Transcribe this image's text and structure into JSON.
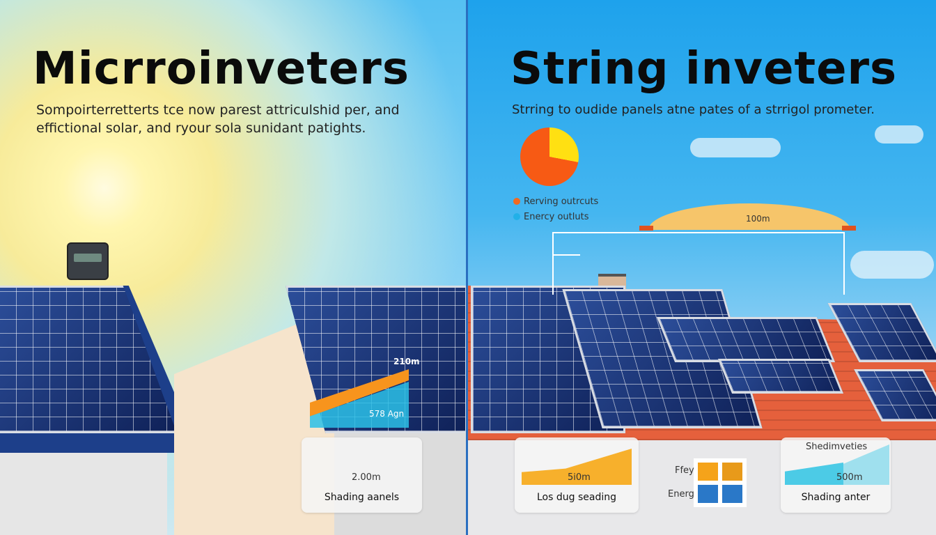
{
  "left": {
    "title": "Micrroinveters",
    "subtitle_line1": "Sompoirterretterts tce now parest attriculshid per, and",
    "subtitle_line2": "effictional solar, and ryour sola sunidant patights.",
    "overlay_top": "210m",
    "overlay_bottom": "578 Agn",
    "card": {
      "value": "2.00m",
      "label": "Shading aanels"
    }
  },
  "right": {
    "title": "String inveters",
    "subtitle": "Strring to oudide panels atne pates of a strrigol prometer.",
    "legend": [
      {
        "label": "Rerving outrcuts",
        "color": "#f26a21"
      },
      {
        "label": "Enercy outluts",
        "color": "#22b0e8"
      }
    ],
    "distance": "100m",
    "card_left": {
      "value": "5i0m",
      "label": "Los dug seading"
    },
    "window_labels": [
      "Ffey",
      "Energ"
    ],
    "card_right": {
      "title": "Shedimveties",
      "value": "500m",
      "label": "Shading anter"
    }
  },
  "colors": {
    "orange": "#f7941d",
    "cyan": "#2cc0e6",
    "divider": "#2a6fc0",
    "roof": "#e5603c"
  }
}
